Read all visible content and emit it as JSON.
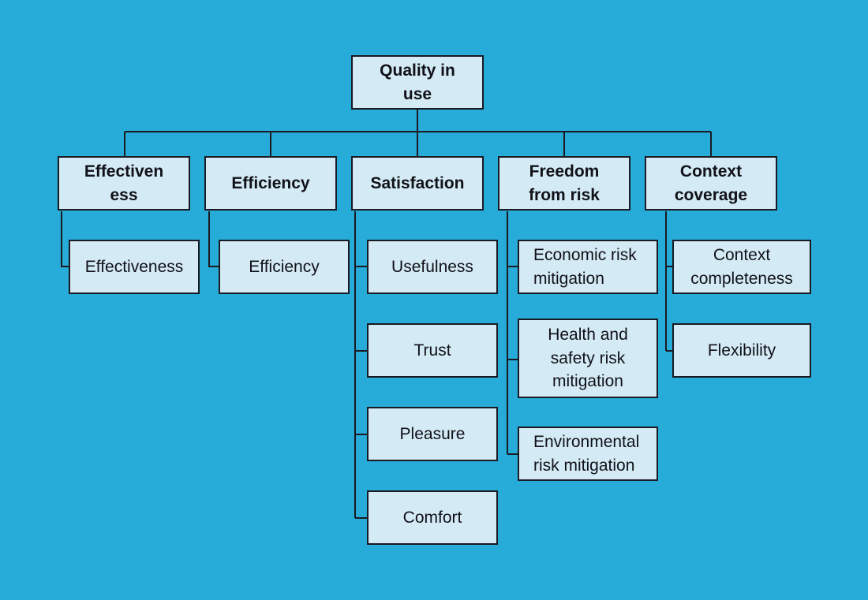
{
  "diagram": {
    "title": "Quality in use",
    "background_color": "#27abd8",
    "node_fill_color": "#d4eaf4",
    "node_border_color": "#1a1a22",
    "text_color": "#111118",
    "root": {
      "id": "quality-in-use",
      "label": "Quality in\nuse"
    },
    "branches": [
      {
        "id": "effectiveness",
        "label": "Effectiven\ness"
      },
      {
        "id": "efficiency",
        "label": "Efficiency"
      },
      {
        "id": "satisfaction",
        "label": "Satisfaction"
      },
      {
        "id": "freedom-from-risk",
        "label": "Freedom\nfrom risk"
      },
      {
        "id": "context-coverage",
        "label": "Context\ncoverage"
      }
    ],
    "leaves": [
      {
        "id": "effectiveness-leaf",
        "label": "Effectiveness",
        "parent": "effectiveness"
      },
      {
        "id": "efficiency-leaf",
        "label": "Efficiency",
        "parent": "efficiency"
      },
      {
        "id": "usefulness",
        "label": "Usefulness",
        "parent": "satisfaction"
      },
      {
        "id": "trust",
        "label": "Trust",
        "parent": "satisfaction"
      },
      {
        "id": "pleasure",
        "label": "Pleasure",
        "parent": "satisfaction"
      },
      {
        "id": "comfort",
        "label": "Comfort",
        "parent": "satisfaction"
      },
      {
        "id": "economic-risk-mitigation",
        "label": "Economic risk\nmitigation",
        "parent": "freedom-from-risk"
      },
      {
        "id": "health-and-safety-risk-mitigation",
        "label": "Health and\nsafety risk\nmitigation",
        "parent": "freedom-from-risk"
      },
      {
        "id": "environmental-risk-mitigation",
        "label": "Environmental\nrisk mitigation",
        "parent": "freedom-from-risk"
      },
      {
        "id": "context-completeness",
        "label": "Context\ncompleteness",
        "parent": "context-coverage"
      },
      {
        "id": "flexibility",
        "label": "Flexibility",
        "parent": "context-coverage"
      }
    ]
  }
}
